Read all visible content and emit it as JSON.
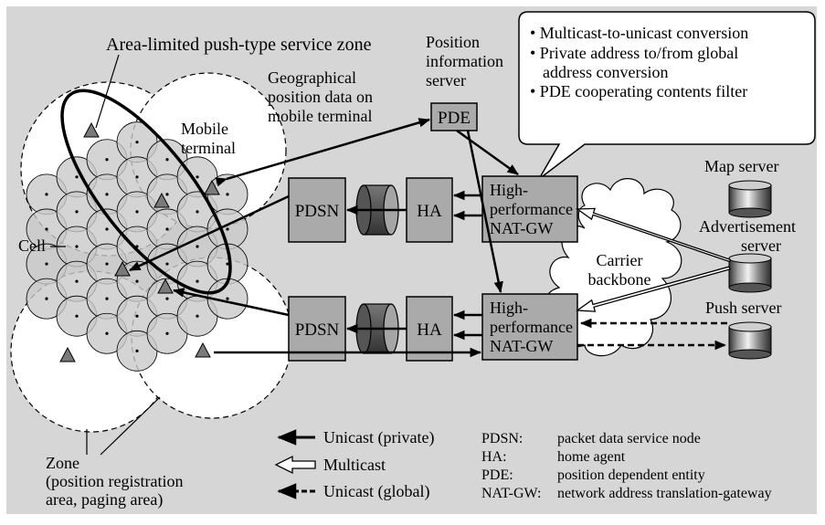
{
  "labels": {
    "zone_title": "Area-limited push-type service zone",
    "geo_1": "Geographical",
    "geo_2": "position data on",
    "geo_3": "mobile terminal",
    "mobile_1": "Mobile",
    "mobile_2": "terminal",
    "cell": "Cell",
    "zone_1": "Zone",
    "zone_2": "(position registration",
    "zone_3": "area, paging area)",
    "pis_1": "Position",
    "pis_2": "information",
    "pis_3": "server",
    "map_server": "Map server",
    "adv_1": "Advertisement",
    "adv_2": "server",
    "push_server": "Push server",
    "carrier_1": "Carrier",
    "carrier_2": "backbone"
  },
  "boxes": {
    "pde": "PDE",
    "pdsn": "PDSN",
    "ha": "HA",
    "natgw_1": "High-",
    "natgw_2": "performance",
    "natgw_3": "NAT-GW"
  },
  "callout": [
    "• Multicast-to-unicast conversion",
    "• Private address to/from global",
    "address conversion",
    "• PDE cooperating contents filter"
  ],
  "legend": {
    "unicast_private": "Unicast (private)",
    "multicast": "Multicast",
    "unicast_global": "Unicast (global)"
  },
  "abbreviations": [
    {
      "abbr": "PDSN:",
      "text": "packet data service node"
    },
    {
      "abbr": "HA:",
      "text": "home agent"
    },
    {
      "abbr": "PDE:",
      "text": "position dependent entity"
    },
    {
      "abbr": "NAT-GW:",
      "text": "network address translation-gateway"
    }
  ],
  "colors": {
    "background": "#d6d6d6",
    "box_fill": "#aaaaaa",
    "terminal": "#7a7a7a",
    "cloud": "#ffffff",
    "callout": "#ffffff"
  }
}
